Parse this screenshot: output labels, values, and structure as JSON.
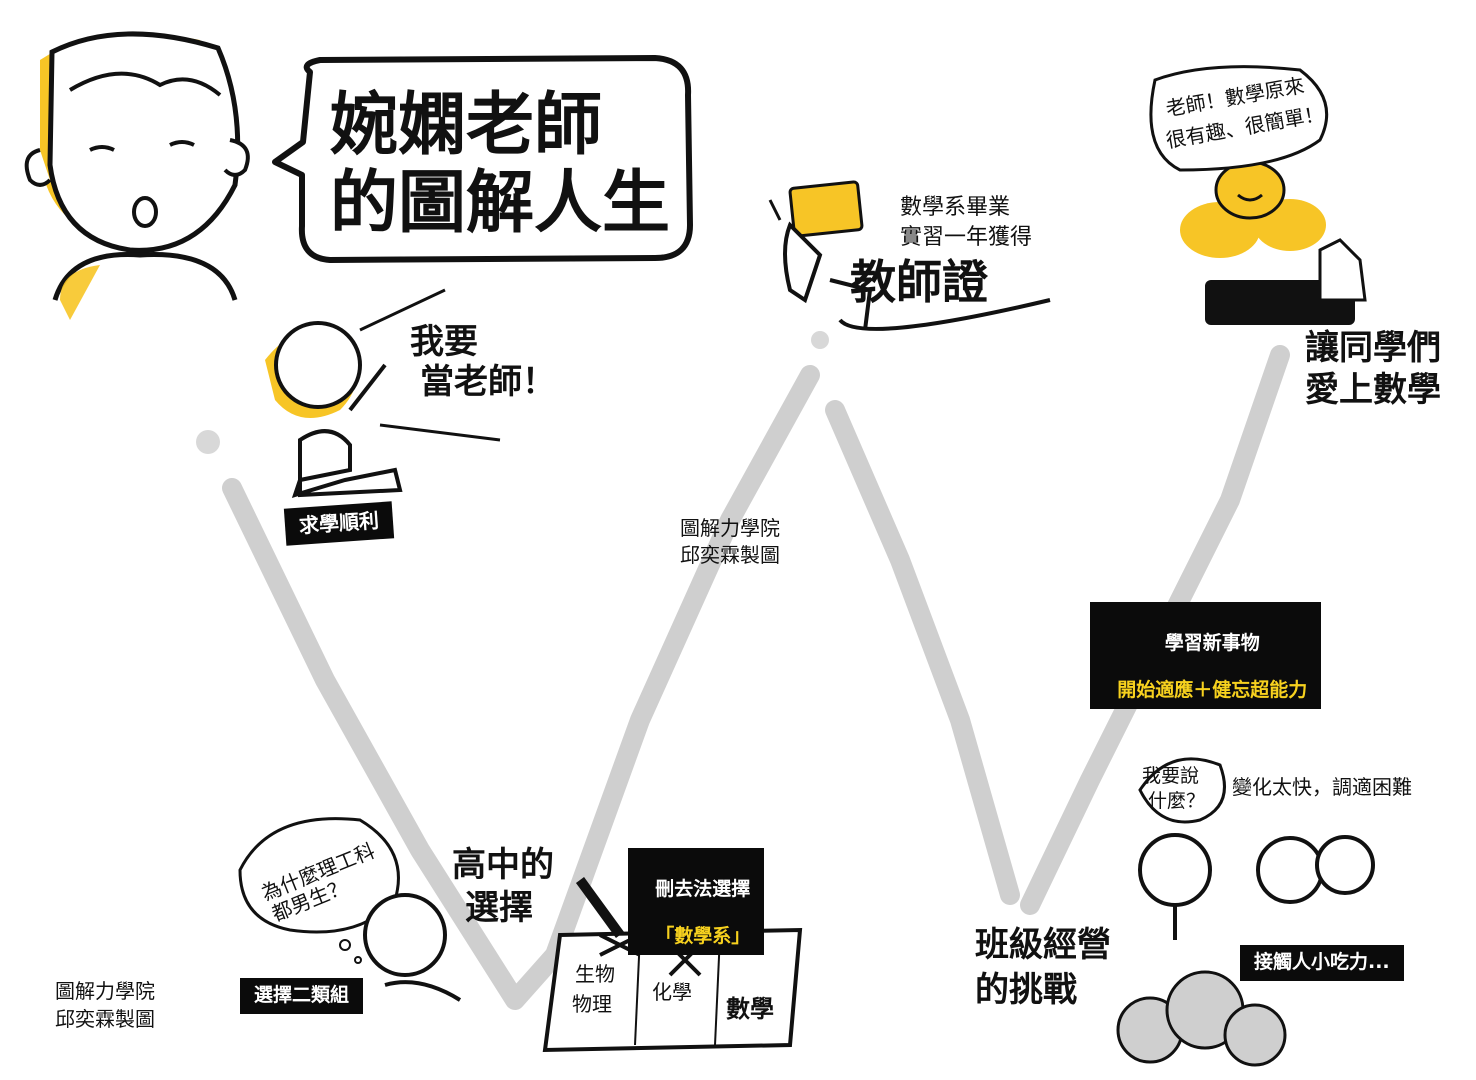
{
  "title": {
    "line1": "婉嫻老師",
    "line2": "的圖解人生"
  },
  "milestones": {
    "want_teacher": {
      "line1": "我要",
      "line2": "當老師！"
    },
    "study_smooth": "求學順利",
    "choose_group": "選擇二類組",
    "why_boys_bubble": {
      "line1": "為什麼理工科",
      "line2": "都男生？"
    },
    "high_school": {
      "line1": "高中的",
      "line2": "選擇"
    },
    "elimination": {
      "line1": "刪去法選擇",
      "line2": "「數學系」"
    },
    "paper_options": {
      "opt1_line1": "生物",
      "opt1_line2": "物理",
      "opt2": "化學",
      "opt3": "數學"
    },
    "certificate": {
      "line1": "數學系畢業",
      "line2": "實習一年獲得",
      "line3": "教師證"
    },
    "class_challenge": {
      "line1": "班級經營",
      "line2": "的挑戰"
    },
    "what_to_say": {
      "line1": "我要說",
      "line2": "什麼？"
    },
    "change_fast": "變化太快，調適困難",
    "contact_people": "接觸人小吃力...",
    "learn_new": {
      "line1": "學習新事物",
      "line2": "開始適應＋健忘超能力"
    },
    "students_bubble": {
      "line1": "老師！數學原來",
      "line2": "很有趣、很簡單！"
    },
    "love_math": {
      "line1": "讓同學們",
      "line2": "愛上數學"
    }
  },
  "credits": {
    "center": {
      "line1": "圖解力學院",
      "line2": "邱奕霖製圖"
    },
    "bottom_left": {
      "line1": "圖解力學院",
      "line2": "邱奕霖製圖"
    }
  },
  "colors": {
    "accent_yellow": "#f7c526",
    "path_gray": "#c9c9c9",
    "ink": "#111111",
    "box_black": "#0b0b0b"
  }
}
